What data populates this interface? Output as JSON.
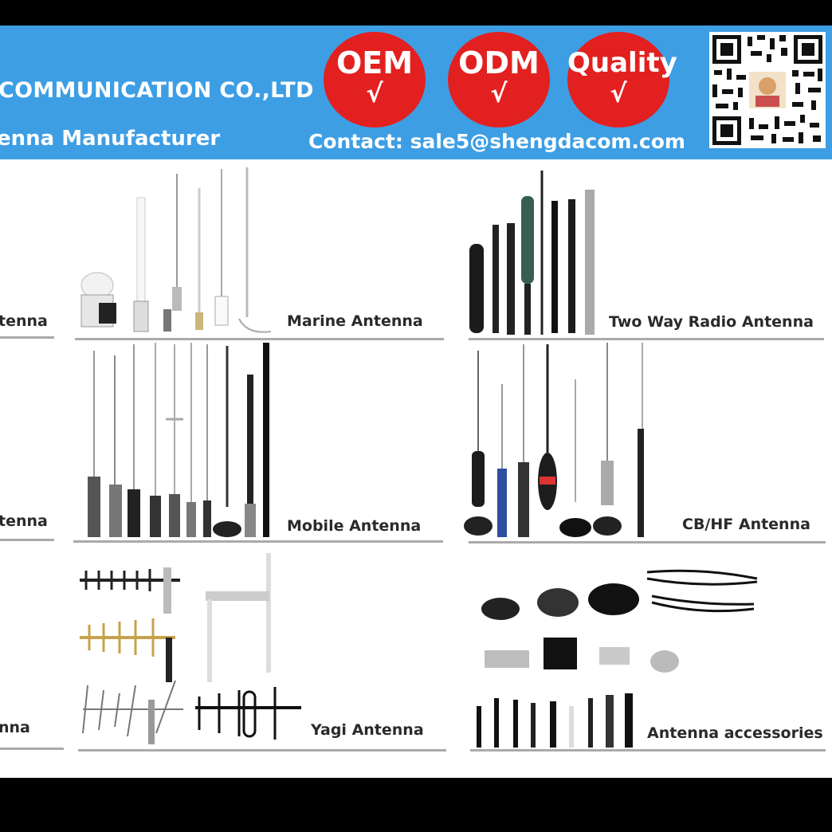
{
  "header": {
    "company": "COMMUNICATION CO.,LTD",
    "subtitle": "enna Manufacturer",
    "badges": [
      {
        "word": "OEM",
        "check": "√"
      },
      {
        "word": "ODM",
        "check": "√"
      },
      {
        "word": "Quality",
        "check": "√"
      }
    ],
    "contact": "Contact: sale5@shengdacom.com",
    "colors": {
      "banner": "#3d9ee4",
      "badge": "#e32020"
    }
  },
  "categories": {
    "left_row1": "tenna",
    "marine": "Marine Antenna",
    "two_way": "Two Way Radio Antenna",
    "left_row2": "tenna",
    "mobile": "Mobile Antenna",
    "cbhf": "CB/HF Antenna",
    "left_row3": "nna",
    "yagi": "Yagi Antenna",
    "accessories": "Antenna accessories"
  }
}
